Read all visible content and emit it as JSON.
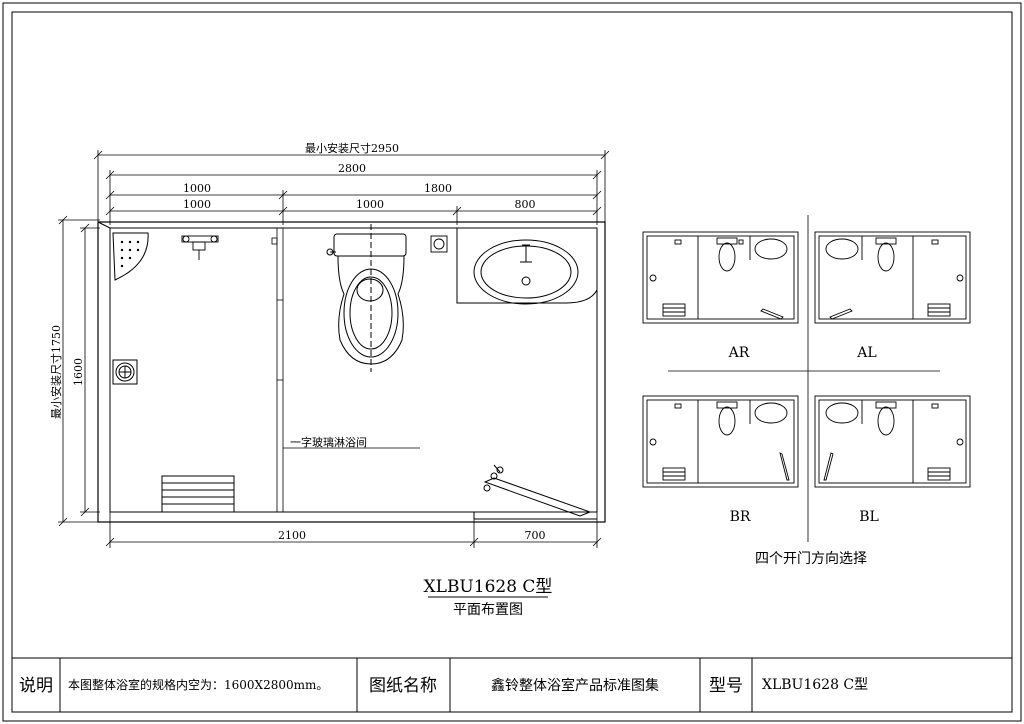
{
  "plan": {
    "dims": {
      "min_install_width": "最小安装尺寸2950",
      "total_width": "2800",
      "left_width": "1000",
      "right_width": "1800",
      "left_inner": "1000",
      "middle_inner": "1000",
      "right_inner": "800",
      "min_install_depth": "最小安装尺寸1750",
      "depth": "1600",
      "bottom_left": "2100",
      "bottom_right": "700"
    },
    "glass_shower_label": "一字玻璃淋浴间"
  },
  "model_title": "XLBU1628 C型",
  "plan_subtitle": "平面布置图",
  "variants": {
    "labels": [
      "AR",
      "AL",
      "BR",
      "BL"
    ],
    "caption": "四个开门方向选择"
  },
  "title_block": {
    "note_label": "说明",
    "note_text": "本图整体浴室的规格内空为：1600X2800mm。",
    "drawing_name_label": "图纸名称",
    "drawing_name": "鑫铃整体浴室产品标准图集",
    "model_label": "型号",
    "model_value": "XLBU1628 C型"
  }
}
